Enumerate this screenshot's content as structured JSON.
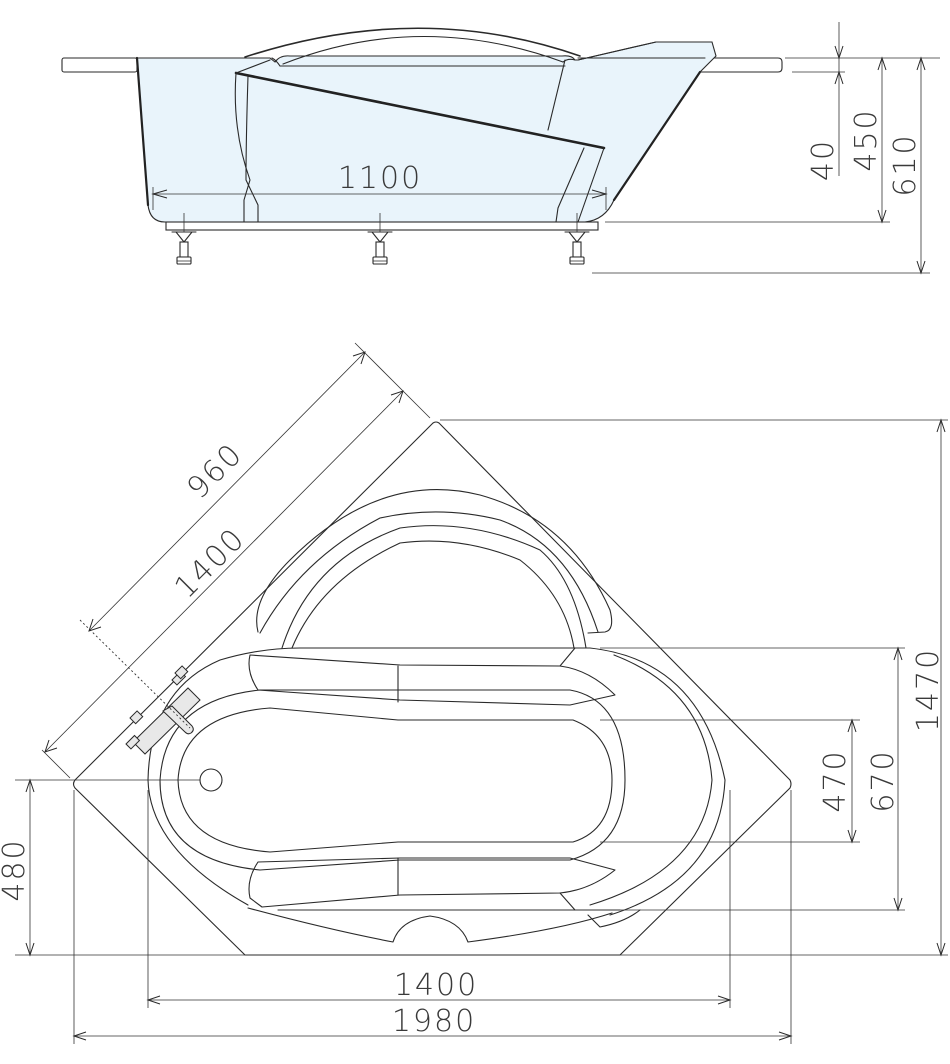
{
  "figure": {
    "subject": "Corner bathtub technical drawing",
    "views": [
      "side-elevation",
      "plan-view"
    ],
    "colors": {
      "line": "#2a2a2a",
      "tub_fill": "#e9f4fb",
      "faucet_fill": "#e8e8e8",
      "background": "#ffffff"
    }
  },
  "side_view": {
    "dimensions": {
      "inner_length": "1100",
      "rim_thickness": "40",
      "tub_height": "450",
      "total_height": "610"
    },
    "legs_count": 3
  },
  "plan_view": {
    "dimensions": {
      "diagonal_short": "960",
      "diagonal_long": "1400",
      "total_depth": "1470",
      "basin_outer_width": "670",
      "basin_inner_width": "470",
      "drain_offset": "480",
      "inner_length": "1400",
      "total_length": "1980"
    }
  }
}
